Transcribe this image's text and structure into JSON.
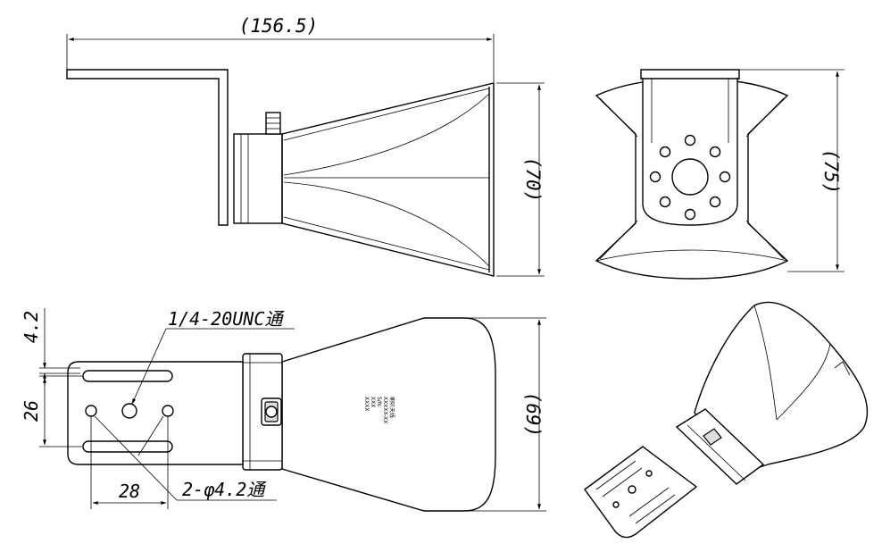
{
  "views": {
    "side": {
      "dim_length": "(156.5)",
      "dim_height": "(70)"
    },
    "front": {
      "dim_height": "(75)"
    },
    "top": {
      "dim_hole_offset": "4.2",
      "dim_slot_pitch": "26",
      "dim_hole_spacing": "28",
      "dim_width": "(69)",
      "note_thread": "1/4-20UNC通",
      "note_holes": "2-φ4.2通",
      "label_lines": [
        "喇叭天线",
        "XXXXX-XX",
        "S/N:",
        "XXX",
        "XXXX"
      ]
    },
    "iso": {}
  },
  "colors": {
    "line": "#000000",
    "background": "#ffffff",
    "shade": "#dddddd"
  }
}
